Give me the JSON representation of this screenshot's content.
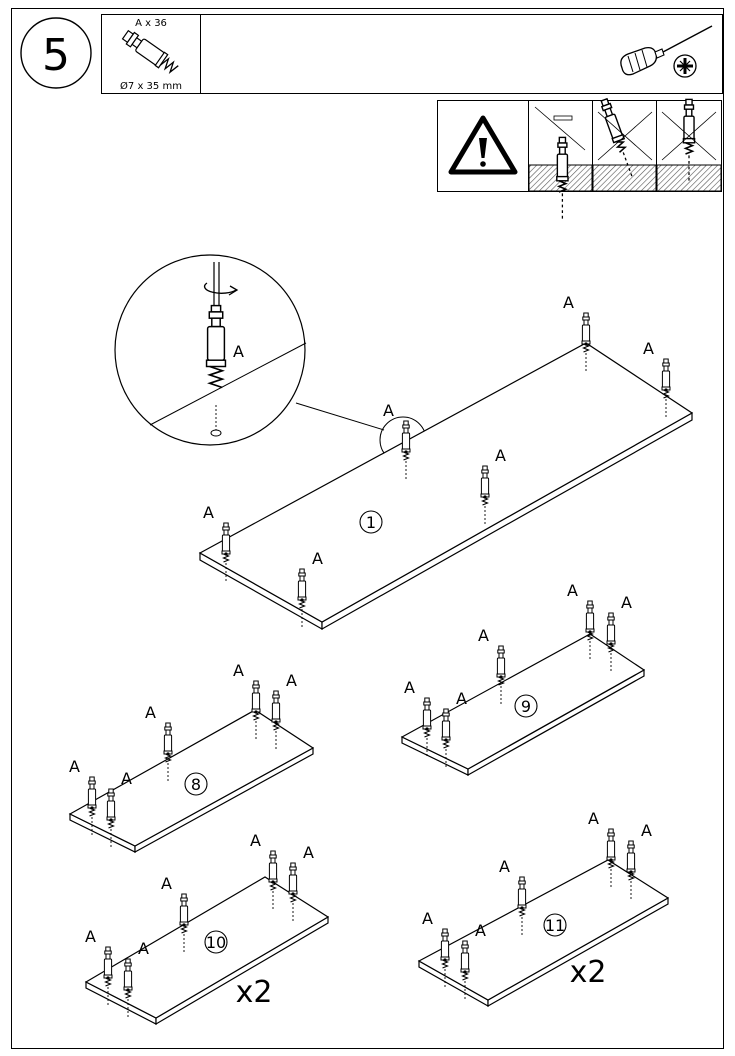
{
  "step": {
    "number": "5"
  },
  "header": {
    "part_qty": "A x 36",
    "part_dims": "Ø7 x 35 mm",
    "tool": "phillips-screwdriver-icon"
  },
  "warning": {
    "icon": "warning-triangle-icon"
  },
  "detail": {
    "label": "A"
  },
  "panels": [
    {
      "number": "1",
      "multiplier": ""
    },
    {
      "number": "8",
      "multiplier": ""
    },
    {
      "number": "9",
      "multiplier": ""
    },
    {
      "number": "10",
      "multiplier": "x2"
    },
    {
      "number": "11",
      "multiplier": "x2"
    }
  ],
  "dowel_label": "A"
}
